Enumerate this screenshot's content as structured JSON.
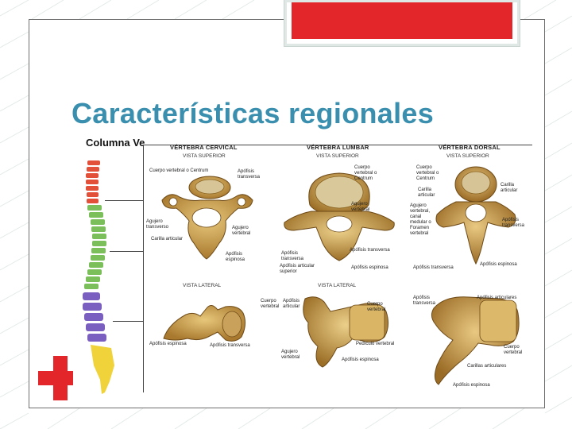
{
  "slide": {
    "title": "Características regionales"
  },
  "figure": {
    "column_label": "Columna Ve",
    "cervical": {
      "title": "VÉRTEBRA CERVICAL",
      "superior_view": "VISTA SUPERIOR",
      "lateral_view": "VISTA LATERAL",
      "labels": {
        "body": "Cuerpo vertebral o Centrum",
        "transverse_process": "Apófisis transversa",
        "transverse_foramen": "Agujero transverso",
        "articular_facet": "Carilla articular",
        "vertebral_foramen": "Agujero vertebral",
        "spinous_process": "Apófisis espinosa",
        "lat_body": "Cuerpo vertebral",
        "lat_spinous": "Apófisis espinosa",
        "lat_transverse": "Apófisis transversa"
      }
    },
    "lumbar": {
      "title": "VÉRTEBRA LUMBAR",
      "superior_view": "VISTA SUPERIOR",
      "lateral_view": "VISTA LATERAL",
      "labels": {
        "body": "Cuerpo vertebral o Centrum",
        "vertebral_foramen": "Agujero vertebral",
        "transverse_process": "Apófisis transversa",
        "superior_articular": "Apófisis articular superior",
        "spinous_process": "Apófisis espinosa",
        "transverse_process_r": "Apófisis transversa",
        "lat_articular": "Apófisis articular",
        "lat_body": "Cuerpo vertebral",
        "lat_pedicle": "Pedículo vertebral",
        "lat_spinous": "Apófisis espinosa",
        "lat_foramen": "Agujero vertebral"
      }
    },
    "dorsal": {
      "title": "VÉRTEBRA DORSAL",
      "superior_view": "VISTA SUPERIOR",
      "labels": {
        "body": "Cuerpo vertebral o Centrum",
        "articular_facet": "Carilla articular",
        "articular_facet_r": "Carilla articular",
        "vertebral_foramen": "Agujero vertebral, canal medular o Foramen vertebral",
        "transverse_process": "Apófisis transversa",
        "transverse_process_r": "Apófisis transversa",
        "spinous_process": "Apófisis espinosa",
        "lat_transverse": "Apófisis transversa",
        "lat_articular": "Apófisis articulares",
        "lat_body": "Cuerpo vertebral",
        "lat_facets": "Carillas articulares",
        "lat_spinous": "Apófisis espinosa"
      }
    }
  }
}
